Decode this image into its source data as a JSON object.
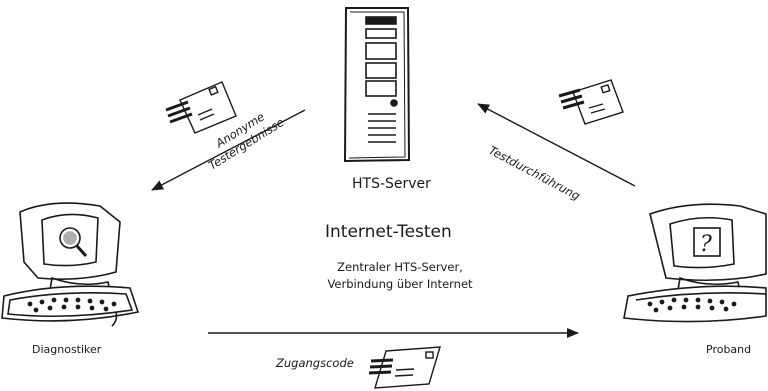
{
  "server": {
    "label": "HTS-Server"
  },
  "title": "Internet-Testen",
  "subtitle": {
    "line1": "Zentraler HTS-Server,",
    "line2": "Verbindung über Internet"
  },
  "diagnostiker": {
    "label": "Diagnostiker"
  },
  "proband": {
    "label": "Proband"
  },
  "flows": {
    "anonymous_results": {
      "line1": "Anonyme",
      "line2": "Testergebnisse"
    },
    "test_execution": "Testdurchführung",
    "access_code": "Zugangscode"
  },
  "icons": {
    "server": "server-tower-icon",
    "diagnostiker_computer": "computer-magnifier-icon",
    "proband_computer": "computer-question-icon",
    "envelope": "envelope-icon"
  },
  "colors": {
    "ink": "#1a1a1a",
    "background": "#ffffff"
  }
}
